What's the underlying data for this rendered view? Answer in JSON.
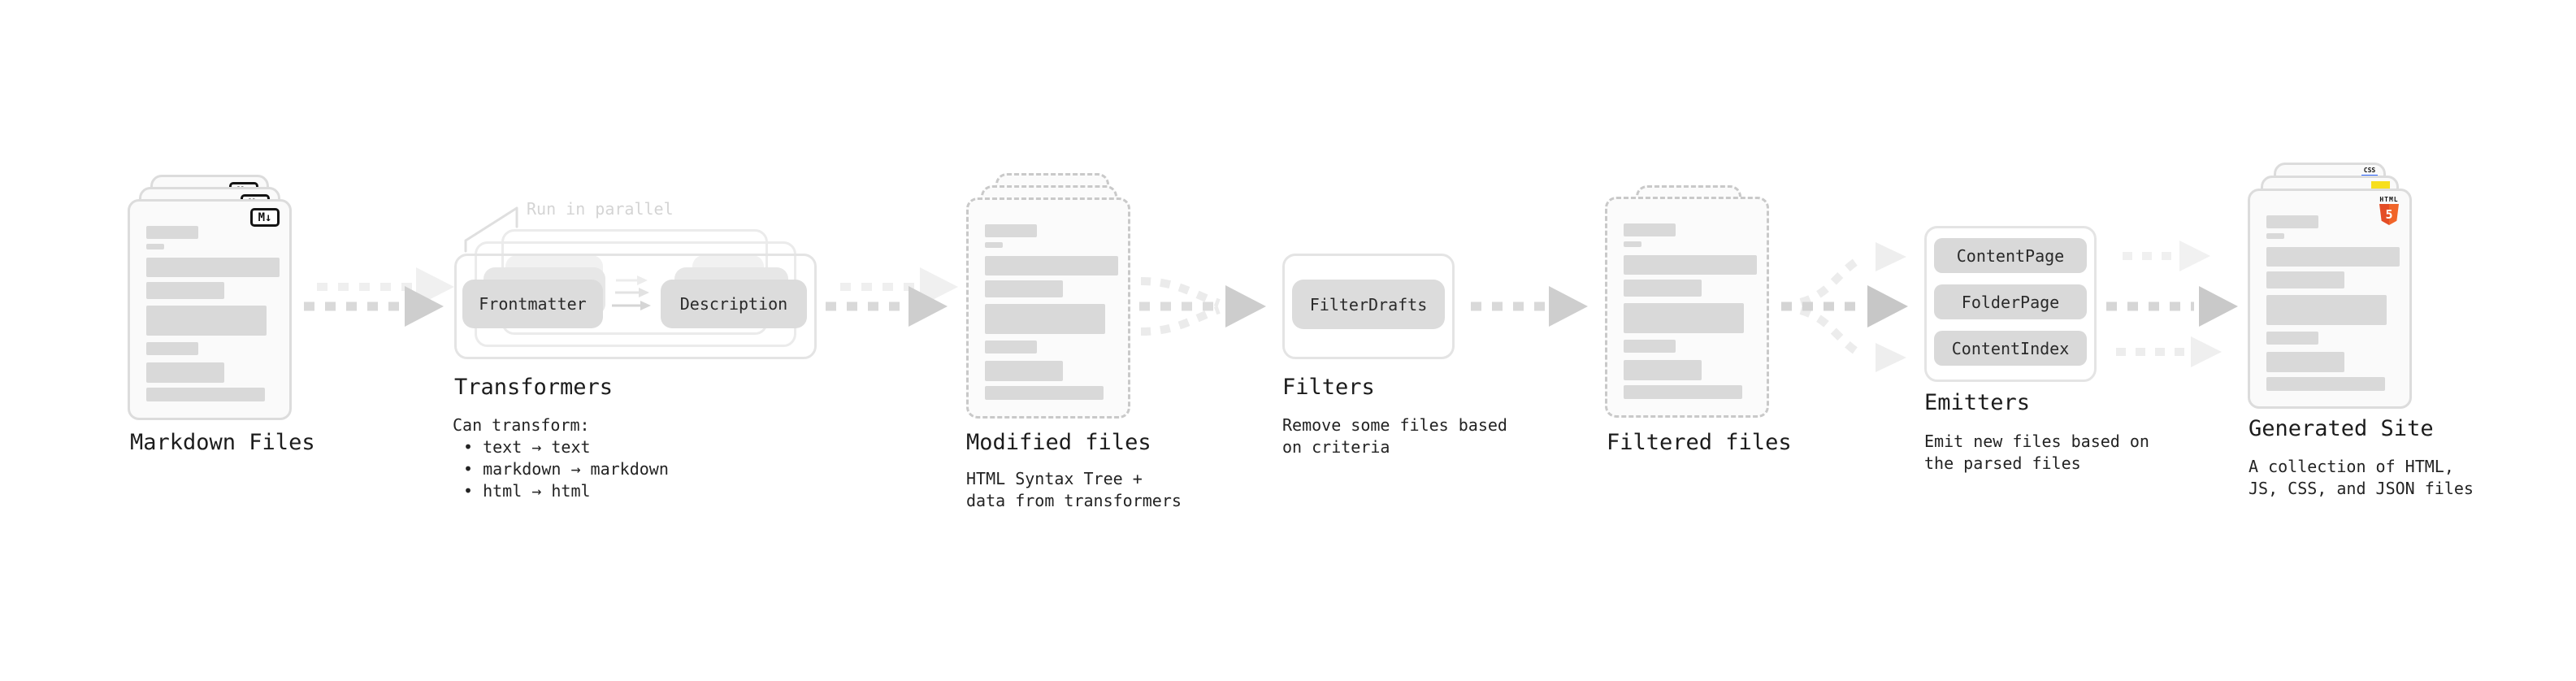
{
  "stages": {
    "markdown": {
      "label": "Markdown Files",
      "badge": "M↓"
    },
    "transformers": {
      "annotation": "Run in parallel",
      "heading": "Transformers",
      "pill_frontmatter": "Frontmatter",
      "pill_description": "Description",
      "desc_title": "Can transform:",
      "bullets": [
        "• text → text",
        "• markdown → markdown",
        "• html → html"
      ]
    },
    "modified": {
      "label": "Modified files",
      "desc_line1": "HTML Syntax Tree +",
      "desc_line2": "data from transformers"
    },
    "filters": {
      "heading": "Filters",
      "pill": "FilterDrafts",
      "desc_line1": "Remove some files based",
      "desc_line2": "on criteria"
    },
    "filtered": {
      "label": "Filtered files"
    },
    "emitters": {
      "heading": "Emitters",
      "pills": [
        "ContentPage",
        "FolderPage",
        "ContentIndex"
      ],
      "desc_line1": "Emit new files based on",
      "desc_line2": "the parsed files"
    },
    "generated": {
      "label": "Generated Site",
      "desc_line1": "A collection of HTML,",
      "desc_line2": "JS, CSS, and JSON files",
      "badge_css": "CSS",
      "badge_html": "HTML",
      "badge_html5_number": "5"
    }
  },
  "colors": {
    "html5_orange": "#e44d26",
    "html5_orange_light": "#f16529",
    "js_yellow": "#f7df1e",
    "css_blue": "#2962ff",
    "placeholder_gray": "#d9d9d9"
  }
}
